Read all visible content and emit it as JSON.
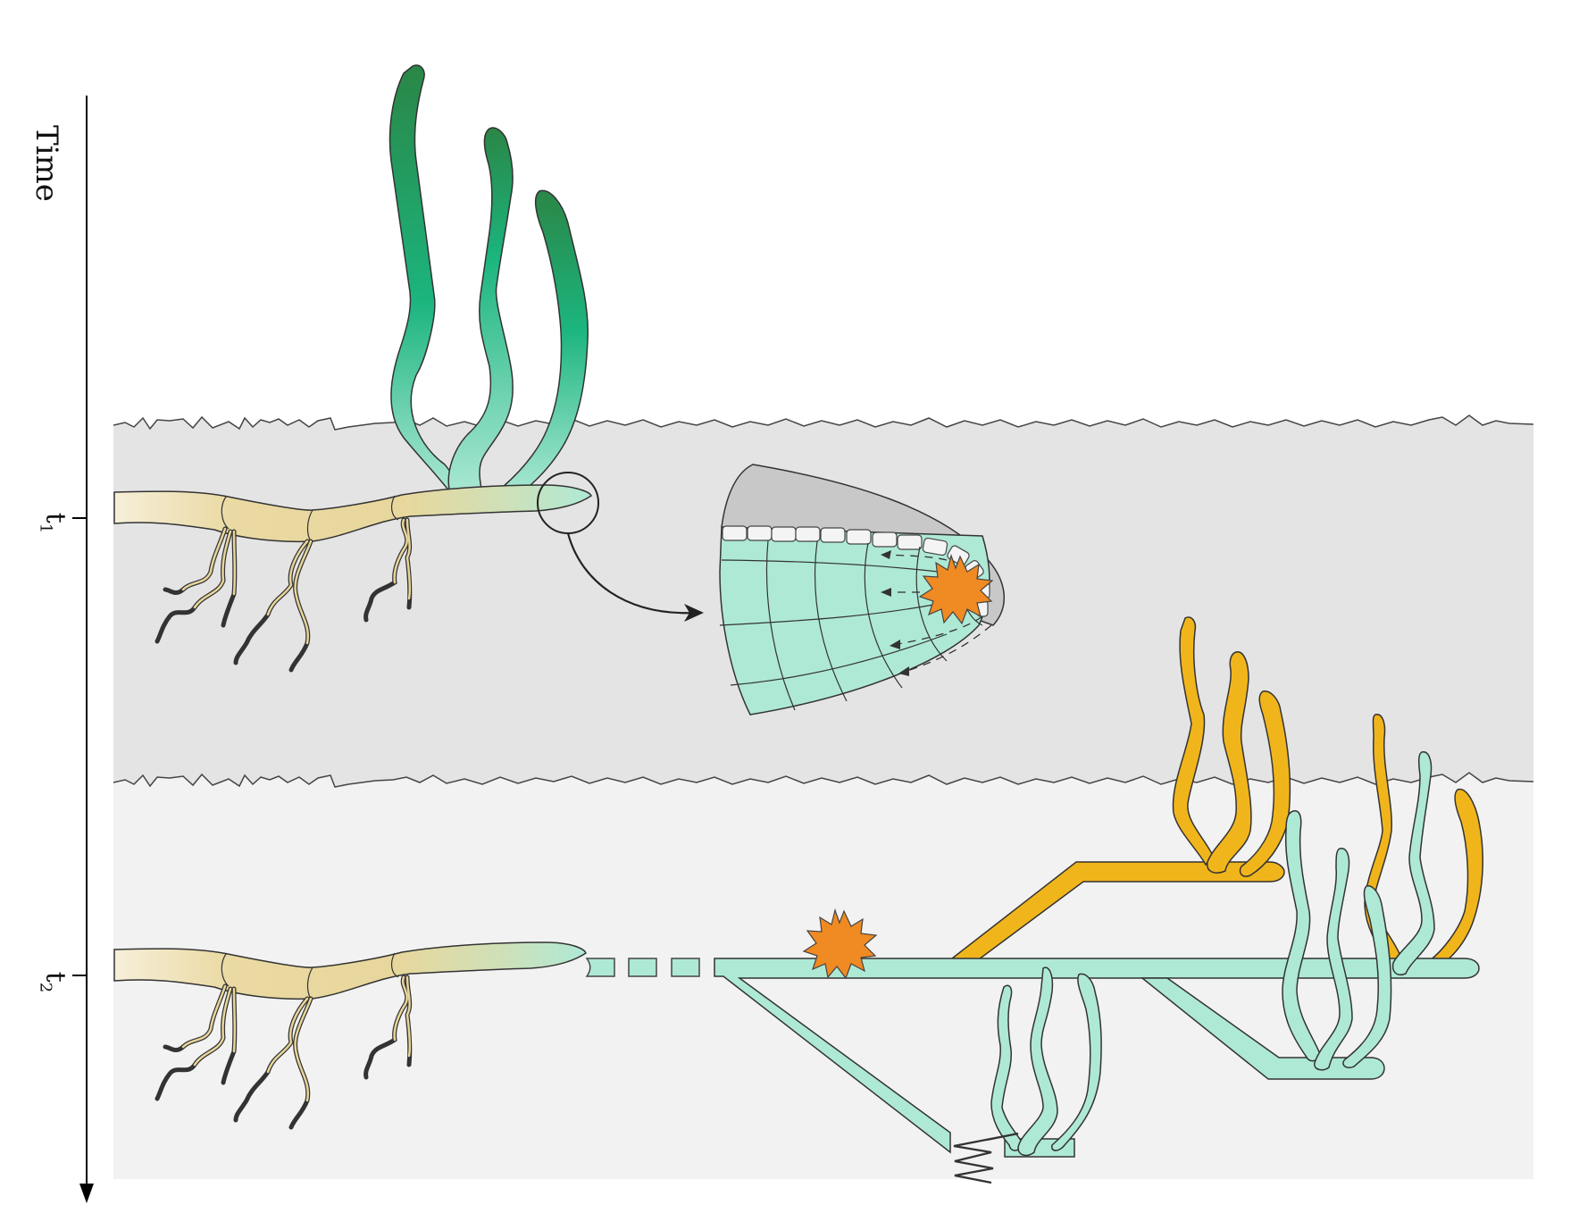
{
  "figure": {
    "type": "scientific-diagram",
    "subject": "rhizome growth over time with apical meristem damage and lateral branching"
  },
  "time_axis": {
    "label": "Time",
    "direction": "downward",
    "ticks": [
      {
        "label": "t",
        "subscript": "1"
      },
      {
        "label": "t",
        "subscript": "2"
      }
    ]
  },
  "panels": [
    {
      "id": "t1",
      "description": "Intact rhizome with three green shoots; apical tip circled",
      "soil_color": "#e4e4e4",
      "shoot_colors": [
        "#2a8646",
        "#1bb57e",
        "#a9e8d4"
      ],
      "rhizome_colors": [
        "#f6efd8",
        "#e8d79c",
        "#aee9d6"
      ],
      "magnified_inset": {
        "description": "Apical meristem cross-section with damage burst and signal arrows",
        "cap_color": "#c8c8c8",
        "tissue_color": "#aee9d6",
        "damage_color": "#f08a22"
      }
    },
    {
      "id": "t2",
      "description": "Rhizome after apex loss; lateral branches with new shoots (teal and yellow)",
      "soil_color": "#f2f2f2",
      "branch_colors": {
        "teal": "#aee9d6",
        "yellow": "#f1b51c"
      },
      "damage_color": "#f08a22"
    }
  ],
  "colors": {
    "outline": "#333333",
    "axis": "#000000",
    "background": "#ffffff"
  }
}
